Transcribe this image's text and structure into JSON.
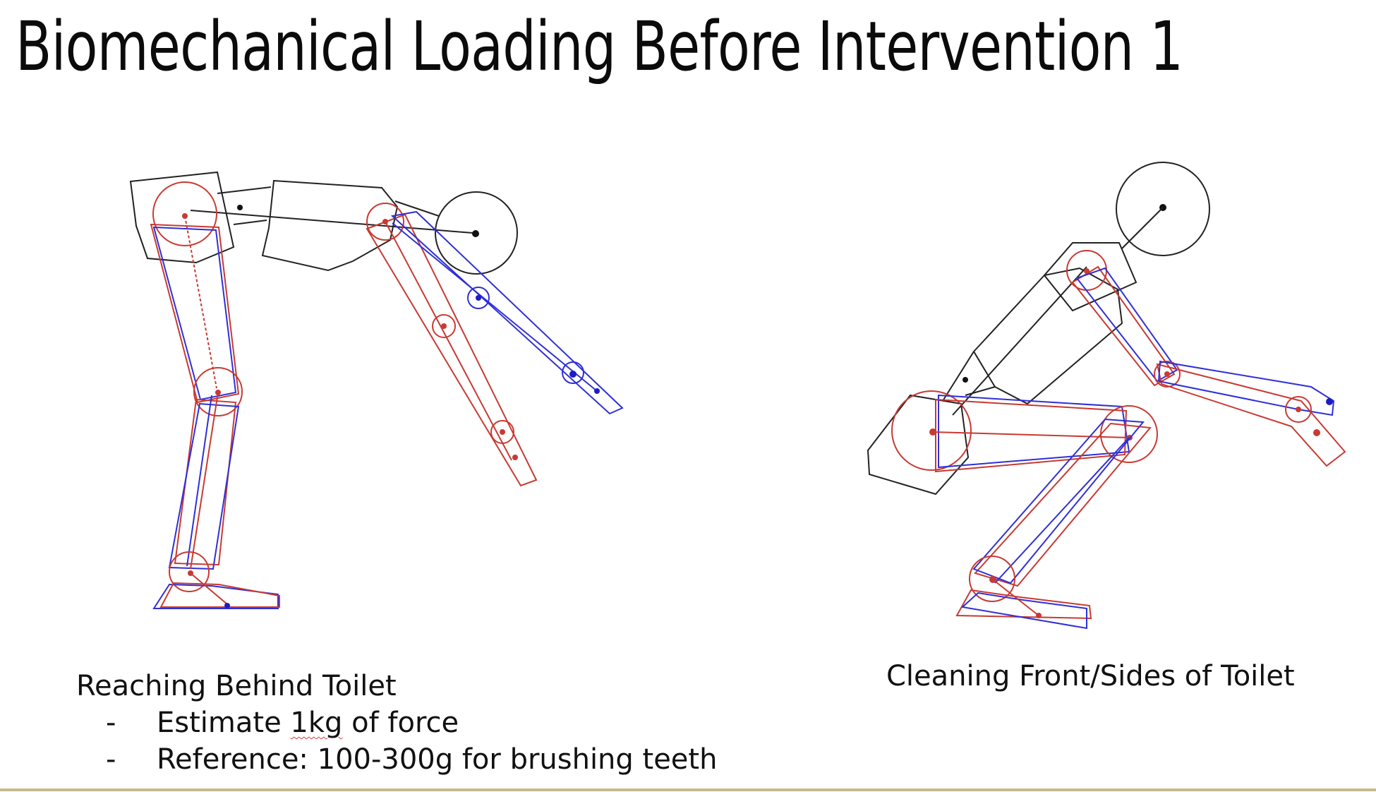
{
  "slide": {
    "title": "Biomechanical Loading Before Intervention 1"
  },
  "figures": {
    "left": {
      "caption": "Reaching Behind Toilet",
      "bullets": [
        {
          "marker": "-",
          "text_before": "Estimate ",
          "flagged_word": "1kg",
          "text_after": " of force"
        },
        {
          "marker": "-",
          "text_before": "Reference: 100-300g for brushing teeth",
          "flagged_word": "",
          "text_after": ""
        }
      ]
    },
    "right": {
      "caption": "Cleaning Front/Sides of Toilet"
    }
  },
  "colors": {
    "outline": "#222222",
    "segment_red": "#c83a32",
    "segment_blue": "#2f2fd8",
    "bottom_rule": "#c8b98e"
  }
}
